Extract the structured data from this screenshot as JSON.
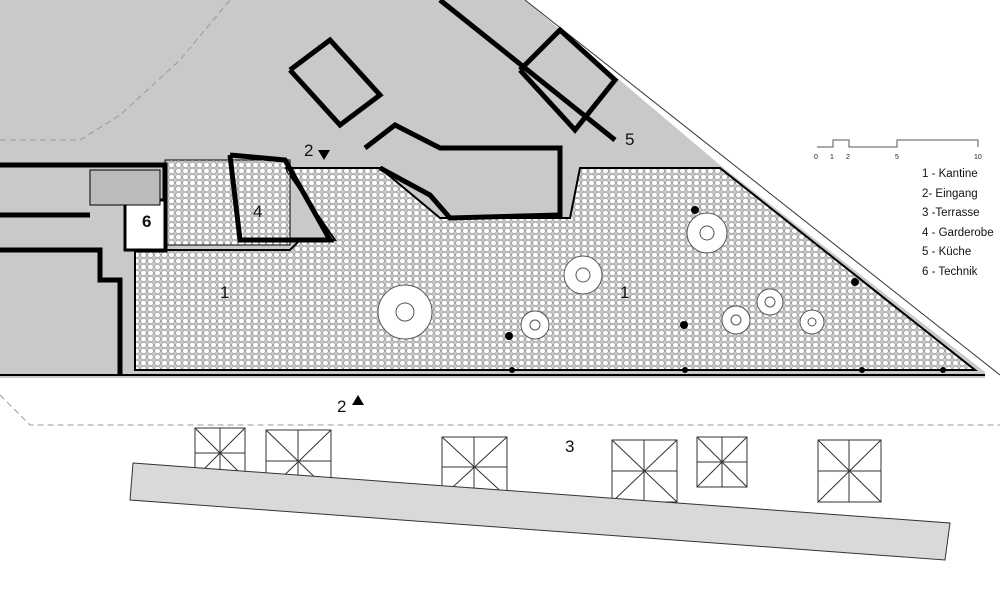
{
  "legend": [
    "1 - Kantine",
    "2- Eingang",
    "3 -Terrasse",
    "4 - Garderobe",
    "5 - Küche",
    "6 - Technik"
  ],
  "scale_bar": {
    "ticks": [
      "0",
      "1",
      "2",
      "5",
      "10"
    ]
  },
  "room_labels": {
    "kantine_left": "1",
    "kantine_right": "1",
    "eingang_top": "2",
    "eingang_bottom": "2",
    "terrasse": "3",
    "garderobe": "4",
    "kueche": "5",
    "technik": "6"
  },
  "colors": {
    "surrounding": "#c9c9c9",
    "wall": "#000000",
    "bench": "#d9d9d9"
  }
}
